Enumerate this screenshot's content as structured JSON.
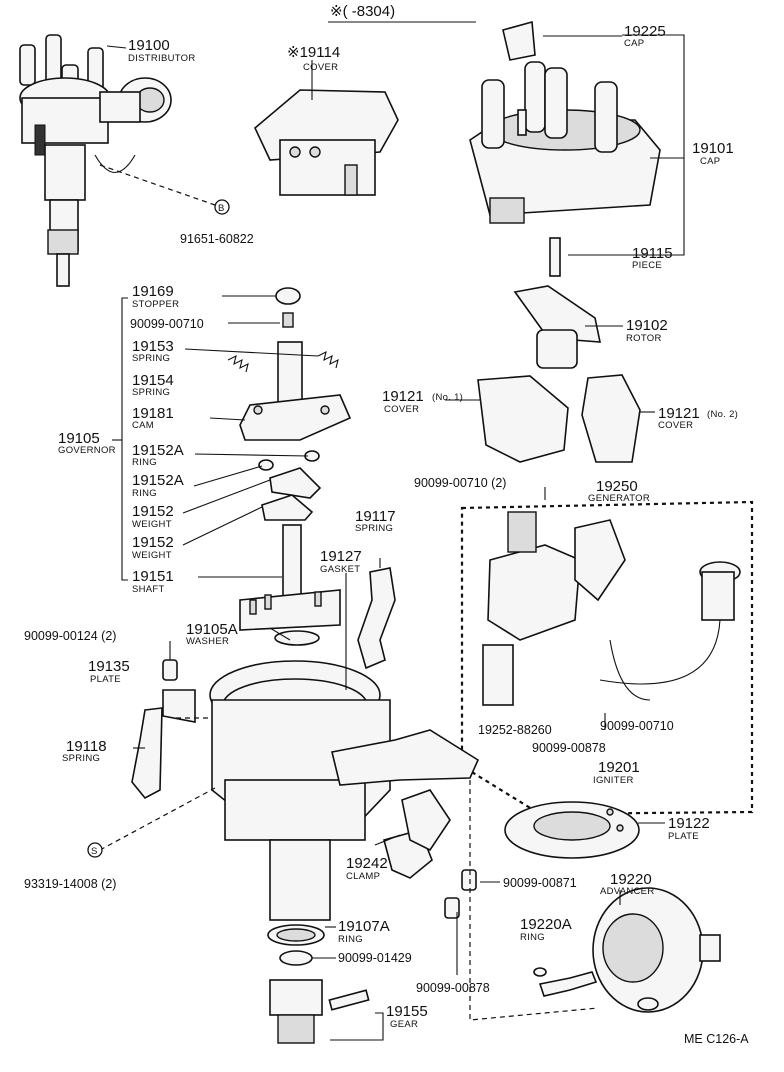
{
  "header": {
    "title": "※(    -8304)"
  },
  "callouts": {
    "c19100": {
      "num": "19100",
      "name": "DISTRIBUTOR"
    },
    "c19114": {
      "num": "※19114",
      "name": "COVER"
    },
    "c19225": {
      "num": "19225",
      "name": "CAP"
    },
    "c19101": {
      "num": "19101",
      "name": "CAP"
    },
    "c19115": {
      "num": "19115",
      "name": "PIECE"
    },
    "c91651": {
      "num": "91651-60822",
      "badge": "B"
    },
    "c19102": {
      "num": "19102",
      "name": "ROTOR"
    },
    "c19169": {
      "num": "19169",
      "name": "STOPPER"
    },
    "c90099_710a": {
      "num": "90099-00710"
    },
    "c19153": {
      "num": "19153",
      "name": "SPRING"
    },
    "c19154": {
      "num": "19154",
      "name": "SPRING"
    },
    "c19181": {
      "num": "19181",
      "name": "CAM"
    },
    "c19105": {
      "num": "19105",
      "name": "GOVERNOR"
    },
    "c19152A_1": {
      "num": "19152A",
      "name": "RING"
    },
    "c19152A_2": {
      "num": "19152A",
      "name": "RING"
    },
    "c19152_1": {
      "num": "19152",
      "name": "WEIGHT"
    },
    "c19152_2": {
      "num": "19152",
      "name": "WEIGHT"
    },
    "c19151": {
      "num": "19151",
      "name": "SHAFT"
    },
    "c19121_1": {
      "num": "19121",
      "qual": "(No. 1)",
      "name": "COVER"
    },
    "c19121_2": {
      "num": "19121",
      "qual": "(No. 2)",
      "name": "COVER"
    },
    "c90099_710b": {
      "num": "90099-00710 (2)"
    },
    "c19250": {
      "num": "19250",
      "name": "GENERATOR"
    },
    "c19117": {
      "num": "19117",
      "name": "SPRING"
    },
    "c19127": {
      "num": "19127",
      "name": "GASKET"
    },
    "c19105A": {
      "num": "19105A",
      "name": "WASHER"
    },
    "c90099_124": {
      "num": "90099-00124 (2)"
    },
    "c19135": {
      "num": "19135",
      "name": "PLATE"
    },
    "c19118": {
      "num": "19118",
      "name": "SPRING"
    },
    "c93319": {
      "num": "93319-14008 (2)",
      "badge": "S"
    },
    "c19252": {
      "num": "19252-88260"
    },
    "c90099_710c": {
      "num": "90099-00710"
    },
    "c90099_878a": {
      "num": "90099-00878"
    },
    "c19201": {
      "num": "19201",
      "name": "IGNITER"
    },
    "c19122": {
      "num": "19122",
      "name": "PLATE"
    },
    "c19242": {
      "num": "19242",
      "name": "CLAMP"
    },
    "c90099_871": {
      "num": "90099-00871"
    },
    "c19220": {
      "num": "19220",
      "name": "ADVANCER"
    },
    "c19107A": {
      "num": "19107A",
      "name": "RING"
    },
    "c19220A": {
      "num": "19220A",
      "name": "RING"
    },
    "c90099_1429": {
      "num": "90099-01429"
    },
    "c90099_878b": {
      "num": "90099-00878"
    },
    "c19155": {
      "num": "19155",
      "name": "GEAR"
    }
  },
  "footer": {
    "code": "ME  C126-A"
  }
}
